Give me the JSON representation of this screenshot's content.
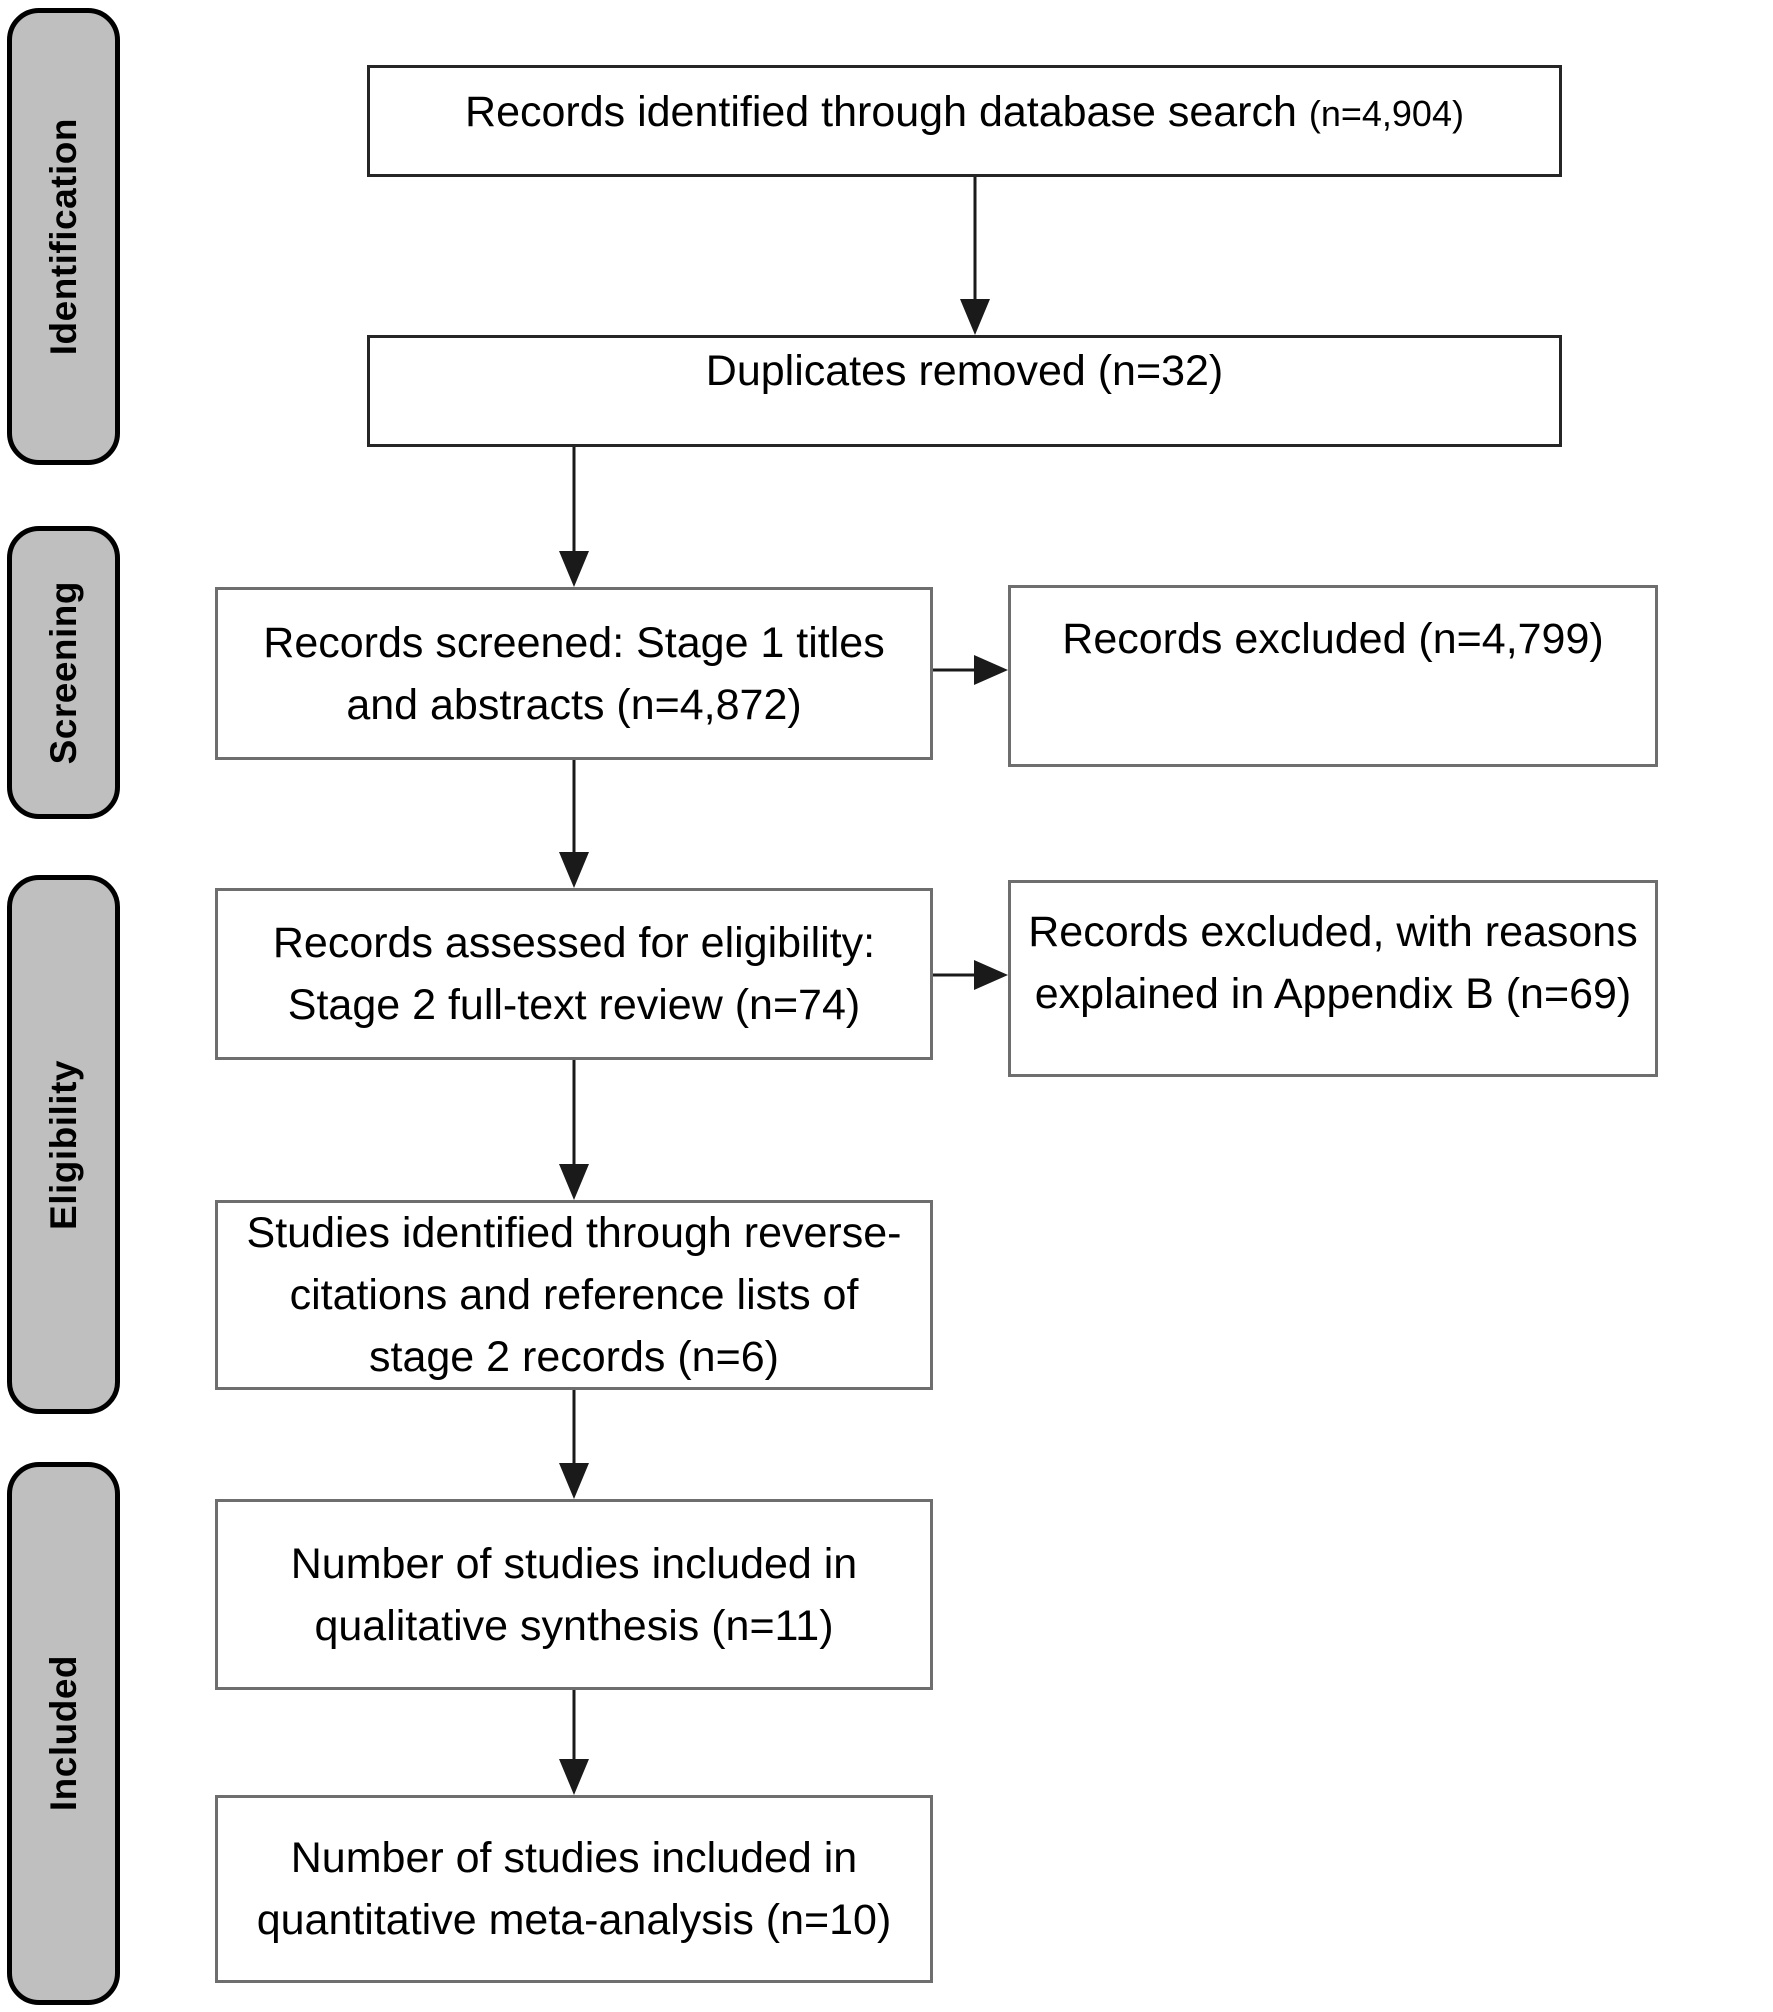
{
  "diagram": {
    "stages": [
      {
        "label": "Identification"
      },
      {
        "label": "Screening"
      },
      {
        "label": "Eligibility"
      },
      {
        "label": "Included"
      }
    ],
    "boxes": {
      "identified": {
        "text": "Records identified through database search ",
        "n": "(n=4,904)"
      },
      "duplicates": {
        "lines": [
          "Duplicates removed (n=32)"
        ]
      },
      "screened": {
        "lines": [
          "Records screened: Stage 1 titles",
          "and abstracts (n=4,872)"
        ]
      },
      "excluded_stage1": {
        "lines": [
          "Records excluded (n=4,799)"
        ]
      },
      "assessed": {
        "lines": [
          "Records assessed for eligibility:",
          "Stage 2 full-text review (n=74)"
        ]
      },
      "excluded_stage2": {
        "lines": [
          "Records excluded, with reasons",
          "explained in Appendix B (n=69)"
        ]
      },
      "reverse_citations": {
        "lines": [
          "Studies identified through reverse-",
          "citations and reference lists of",
          "stage 2 records (n=6)"
        ]
      },
      "qualitative": {
        "lines": [
          "Number of studies included in",
          "qualitative synthesis (n=11)"
        ]
      },
      "quantitative": {
        "lines": [
          "Number of studies included in",
          "quantitative meta-analysis (n=10)"
        ]
      }
    },
    "colors": {
      "stage_fill": "#bfbfbf",
      "stage_border": "#000000",
      "box_border": "#6e6e6e",
      "arrow": "#1a1a1a"
    }
  }
}
